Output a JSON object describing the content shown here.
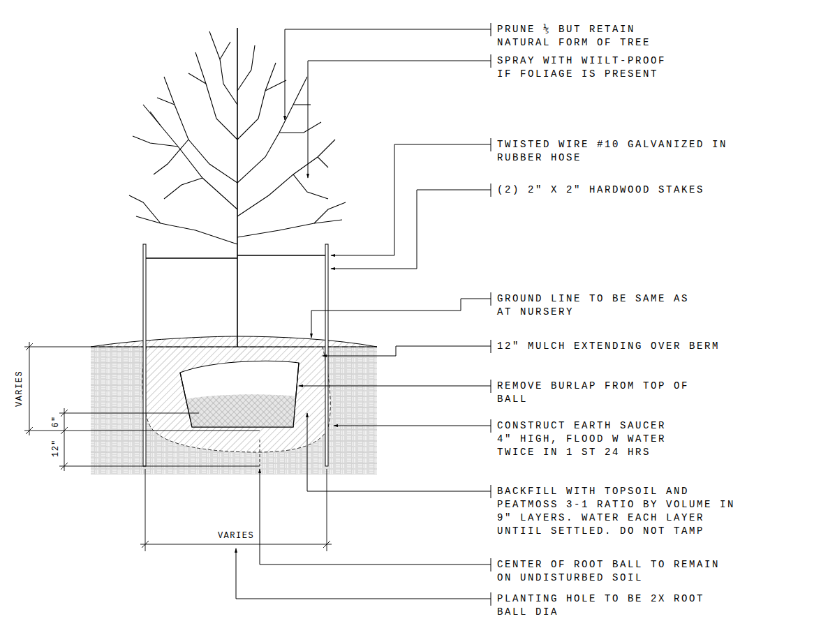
{
  "diagram": {
    "labels": [
      "PRUNE ⅕ BUT RETAIN NATURAL FORM OF TREE",
      "SPRAY WITH WIILT-PROOF IF FOLIAGE IS PRESENT",
      "TWISTED WIRE #10 GALVANIZED IN RUBBER HOSE",
      "(2) 2\" X 2\" HARDWOOD STAKES",
      "GROUND LINE TO BE SAME AS AT NURSERY",
      "12\" MULCH EXTENDING OVER BERM",
      "REMOVE BURLAP FROM TOP OF BALL",
      "CONSTRUCT EARTH SAUCER 4\" HIGH, FLOOD W WATER TWICE IN 1 ST 24 HRS",
      "BACKFILL WITH TOPSOIL AND PEATMOSS 3-1 RATIO BY VOLUME IN 9\" LAYERS. WATER EACH LAYER UNTIIL SETTLED. DO NOT TAMP",
      "CENTER OF ROOT BALL TO REMAIN ON UNDISTURBED SOIL",
      "PLANTING HOLE TO BE 2X ROOT BALL DIA",
      "VARIES",
      "6\"",
      "12\"",
      "VARIES"
    ]
  }
}
